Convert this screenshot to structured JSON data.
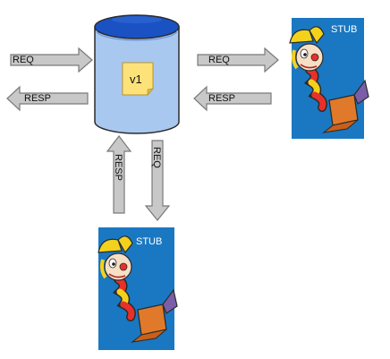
{
  "database": {
    "version_label": "v1"
  },
  "stubs": {
    "right": {
      "label": "STUB"
    },
    "bottom": {
      "label": "STUB"
    }
  },
  "arrows": {
    "left_in": "REQ",
    "left_out": "RESP",
    "right_out": "REQ",
    "right_in": "RESP",
    "bottom_up": "RESP",
    "bottom_down": "REQ"
  },
  "colors": {
    "cylinder_body": "#a9c8f0",
    "cylinder_top": "#1a52c4",
    "note": "#fde27a",
    "stub_background": "#1a78c2",
    "arrow_fill": "#c8c8c8",
    "arrow_stroke": "#7a7a7a"
  }
}
